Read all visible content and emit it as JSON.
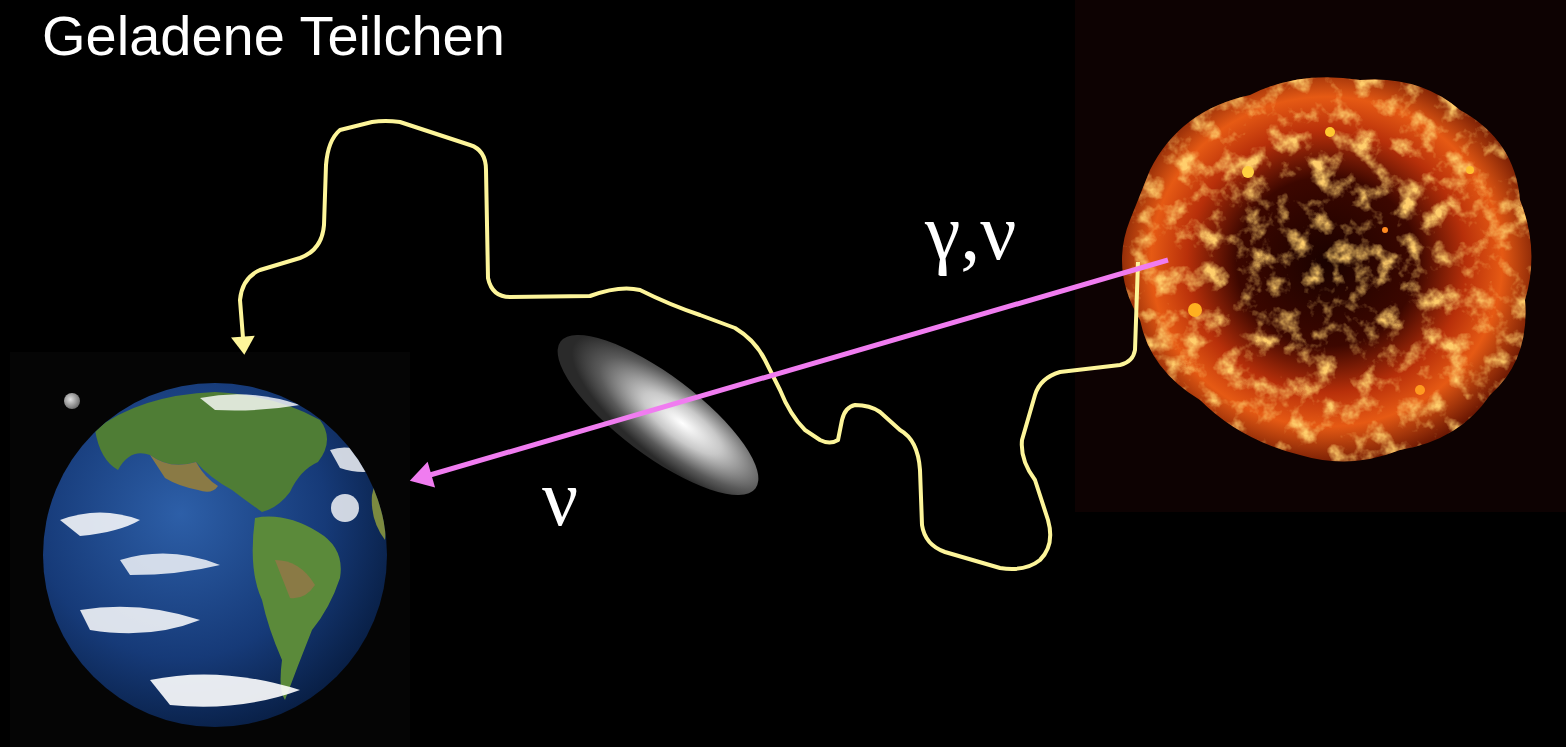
{
  "diagram": {
    "title": "Geladene Teilchen",
    "labels": [
      "γ,ν",
      "ν"
    ]
  }
}
